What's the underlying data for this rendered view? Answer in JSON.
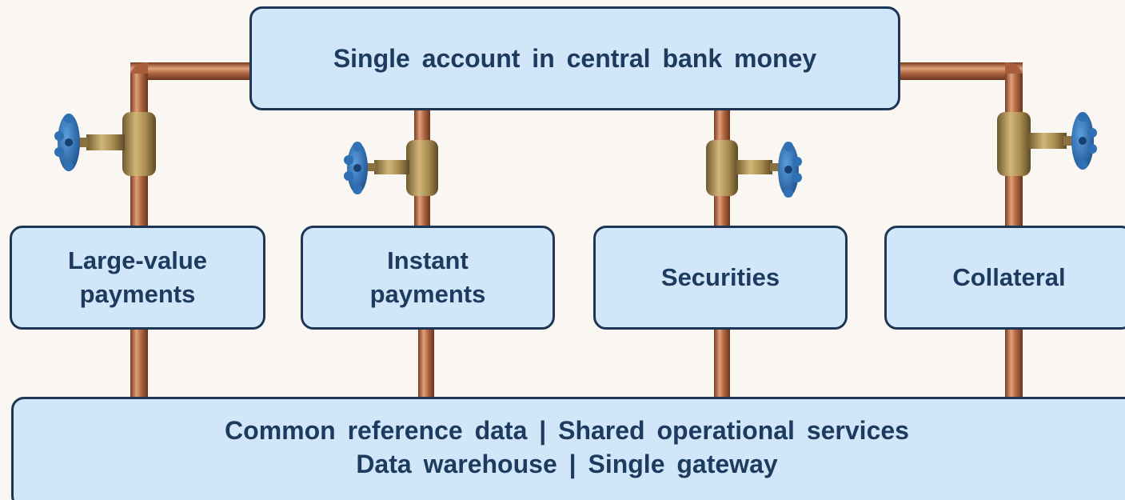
{
  "diagram": {
    "top_box": {
      "label": "Single account in central bank money"
    },
    "services": [
      {
        "label": "Large-value\npayments"
      },
      {
        "label": "Instant\npayments"
      },
      {
        "label": "Securities"
      },
      {
        "label": "Collateral"
      }
    ],
    "bottom_box": {
      "line1": "Common reference data | Shared operational services",
      "line2": "Data warehouse | Single gateway"
    }
  },
  "colors": {
    "background": "#faf6f1",
    "box_fill": "#d2e6fa",
    "box_border": "#1e3656",
    "text": "#1d3b5f",
    "pipe_copper": "#b26a45",
    "valve_brass": "#b49155",
    "valve_handle": "#2f6fb3"
  },
  "icons": [
    "copper-pipe",
    "valve-icon"
  ]
}
